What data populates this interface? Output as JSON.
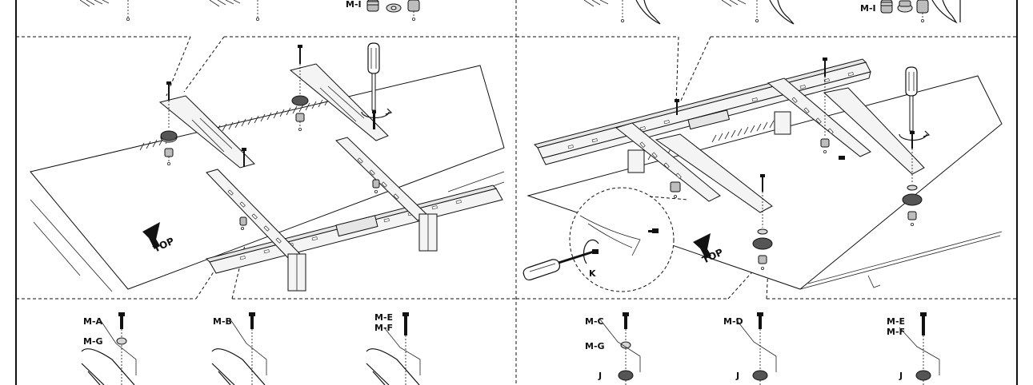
{
  "labels": {
    "top_left": "TOP",
    "top_right": "TOP",
    "m_i_left": "M-I",
    "m_i_right": "M-I",
    "k": "K",
    "bottom_left": [
      {
        "a": "M-A",
        "b": "M-G"
      },
      {
        "a": "M-B"
      },
      {
        "a": "M-E",
        "b": "M-F"
      }
    ],
    "bottom_right": [
      {
        "a": "M-C",
        "b": "M-G",
        "c": "J"
      },
      {
        "a": "M-D",
        "c": "J"
      },
      {
        "a": "M-E",
        "b": "M-F",
        "c": "J"
      }
    ]
  }
}
